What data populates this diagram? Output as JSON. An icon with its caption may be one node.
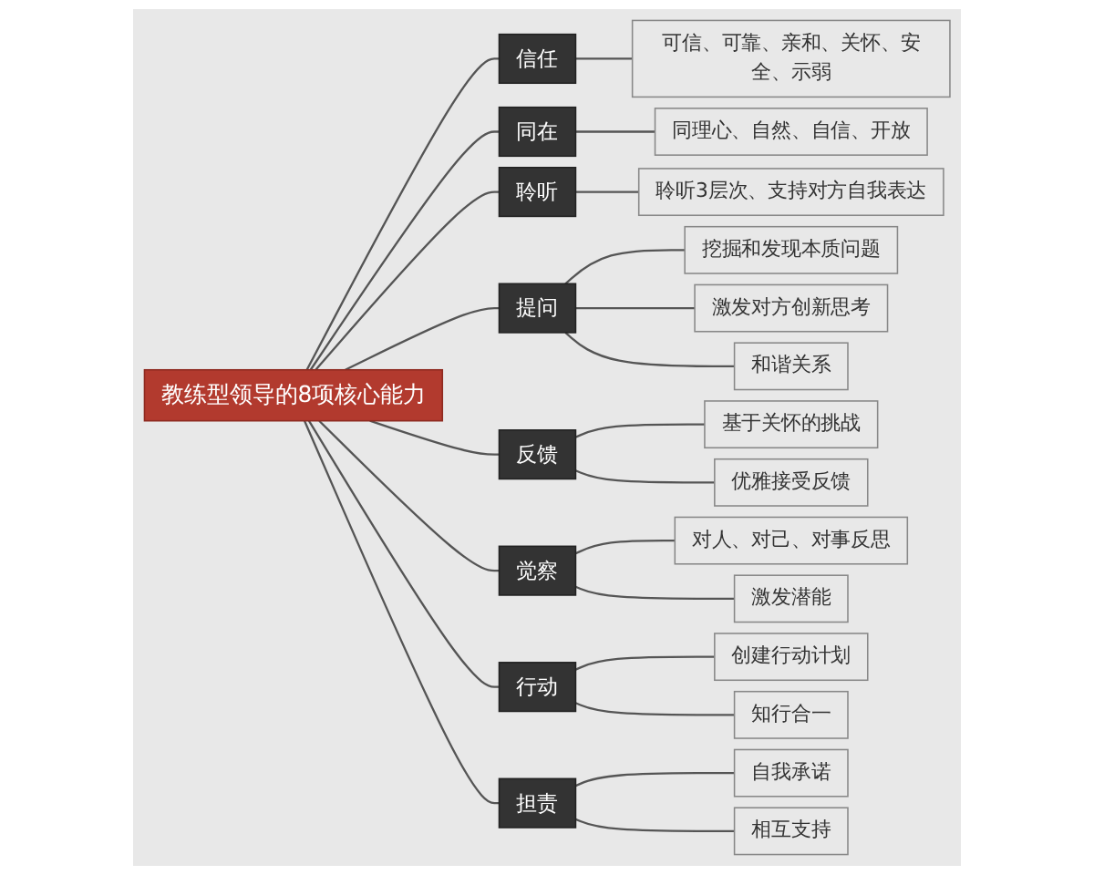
{
  "diagram": {
    "nodes": [
      {
        "text": [
          "教练型领导的8项核心能力"
        ]
      },
      {
        "text": [
          "信任"
        ]
      },
      {
        "text": [
          "可信、可靠、亲和、关怀、安全、示弱"
        ]
      },
      {
        "text": [
          "同在"
        ]
      },
      {
        "text": [
          "同理心、自然、自信、开放"
        ]
      },
      {
        "text": [
          "聆听"
        ]
      },
      {
        "text": [
          "聆听3层次、支持对方自我表达"
        ]
      },
      {
        "text": [
          "提问"
        ]
      },
      {
        "text": [
          "挖掘和发现本质问题"
        ]
      },
      {
        "text": [
          "激发对方创新思考"
        ]
      },
      {
        "text": [
          "和谐关系"
        ]
      },
      {
        "text": [
          "反馈"
        ]
      },
      {
        "text": [
          "基于关怀的挑战"
        ]
      },
      {
        "text": [
          "优雅接受反馈"
        ]
      },
      {
        "text": [
          "觉察"
        ]
      },
      {
        "text": [
          "对人、对己、对事反思"
        ]
      },
      {
        "text": [
          "激发潜能"
        ]
      },
      {
        "text": [
          "行动"
        ]
      },
      {
        "text": [
          "创建行动计划"
        ]
      },
      {
        "text": [
          "知行合一"
        ]
      },
      {
        "text": [
          "担责"
        ]
      },
      {
        "text": [
          "自我承诺"
        ]
      },
      {
        "text": [
          "相互支持"
        ]
      }
    ],
    "edges": [
      {
        "from": 0,
        "to": 1,
        "arrow": "none"
      },
      {
        "from": 1,
        "to": 2,
        "arrow": "none"
      },
      {
        "from": 0,
        "to": 3,
        "arrow": "none"
      },
      {
        "from": 3,
        "to": 4,
        "arrow": "none"
      },
      {
        "from": 0,
        "to": 5,
        "arrow": "none"
      },
      {
        "from": 5,
        "to": 6,
        "arrow": "none"
      },
      {
        "from": 0,
        "to": 7,
        "arrow": "none"
      },
      {
        "from": 7,
        "to": 8,
        "arrow": "none"
      },
      {
        "from": 7,
        "to": 9,
        "arrow": "none"
      },
      {
        "from": 7,
        "to": 10,
        "arrow": "none"
      },
      {
        "from": 0,
        "to": 11,
        "arrow": "none"
      },
      {
        "from": 11,
        "to": 12,
        "arrow": "none"
      },
      {
        "from": 11,
        "to": 13,
        "arrow": "none"
      },
      {
        "from": 0,
        "to": 14,
        "arrow": "none"
      },
      {
        "from": 14,
        "to": 15,
        "arrow": "none"
      },
      {
        "from": 14,
        "to": 16,
        "arrow": "none"
      },
      {
        "from": 0,
        "to": 17,
        "arrow": "none"
      },
      {
        "from": 17,
        "to": 18,
        "arrow": "none"
      },
      {
        "from": 17,
        "to": 19,
        "arrow": "none"
      },
      {
        "from": 0,
        "to": 20,
        "arrow": "none"
      },
      {
        "from": 20,
        "to": 21,
        "arrow": "none"
      },
      {
        "from": 20,
        "to": 22,
        "arrow": "none"
      }
    ]
  }
}
